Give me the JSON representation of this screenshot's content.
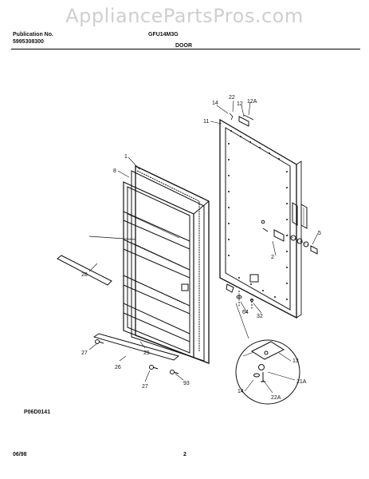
{
  "watermark": "AppliancePartsPros.com",
  "header": {
    "publication_label": "Publication No.",
    "publication_number": "5995308300",
    "model": "GFU14M3G",
    "section": "DOOR"
  },
  "diagram_code": "P06D0141",
  "footer": {
    "date": "06/98",
    "page": "2"
  },
  "parts": [
    {
      "id": "1"
    },
    {
      "id": "8"
    },
    {
      "id": "11"
    },
    {
      "id": "14"
    },
    {
      "id": "22"
    },
    {
      "id": "12"
    },
    {
      "id": "12A"
    },
    {
      "id": "5"
    },
    {
      "id": "2"
    },
    {
      "id": "64"
    },
    {
      "id": "32"
    },
    {
      "id": "28"
    },
    {
      "id": "27"
    },
    {
      "id": "25"
    },
    {
      "id": "26"
    },
    {
      "id": "27"
    },
    {
      "id": "93"
    },
    {
      "id": "13"
    },
    {
      "id": "21A"
    },
    {
      "id": "14"
    },
    {
      "id": "22A"
    }
  ]
}
